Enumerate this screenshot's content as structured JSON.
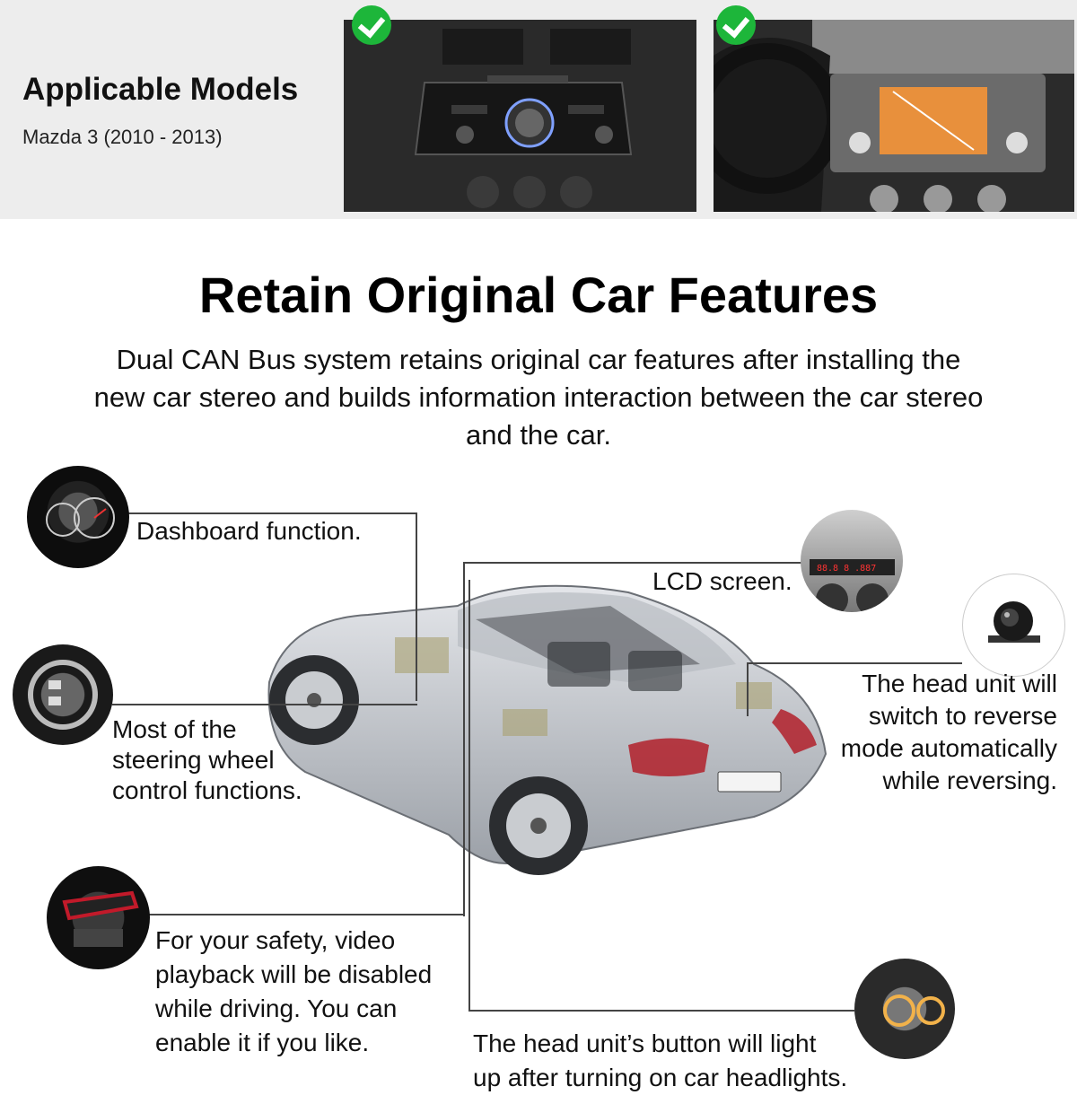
{
  "banner": {
    "title": "Applicable Models",
    "subtitle": "Mazda 3 (2010 - 2013)"
  },
  "heading": "Retain Original Car Features",
  "description": "Dual CAN Bus system retains original car features after installing the new car stereo and builds information interaction between the car stereo and the car.",
  "features": {
    "dashboard": "Dashboard function.",
    "lcd": "LCD screen.",
    "steering": "Most of the\nsteering wheel\ncontrol functions.",
    "reverse": "The head unit will\nswitch to reverse\nmode automatically\nwhile reversing.",
    "safety": "For your safety, video\nplayback will be disabled\nwhile driving. You can\nenable it if you like.",
    "headlights": "The head unit’s button will light\nup after turning on car headlights."
  },
  "colors": {
    "check": "#1db63a",
    "banner_bg": "#ededed"
  },
  "icons": [
    "check-icon",
    "dashboard-icon",
    "steering-wheel-icon",
    "handbrake-icon",
    "lcd-screen-icon",
    "reverse-camera-icon",
    "headlight-icon"
  ]
}
